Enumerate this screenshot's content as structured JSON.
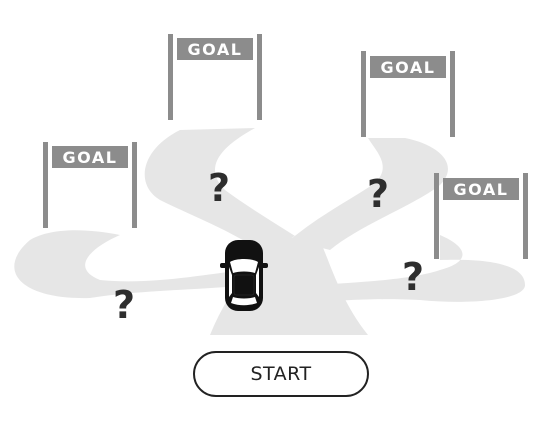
{
  "goals": [
    "GOAL",
    "GOAL",
    "GOAL",
    "GOAL"
  ],
  "question_marks": [
    "?",
    "?",
    "?",
    "?"
  ],
  "start_button": {
    "label": "START"
  },
  "icons": {
    "vehicle": "car-icon"
  },
  "colors": {
    "road": "#e6e6e6",
    "sign": "#8c8c8c",
    "text_dark": "#2e2e2e",
    "car": "#111111"
  }
}
